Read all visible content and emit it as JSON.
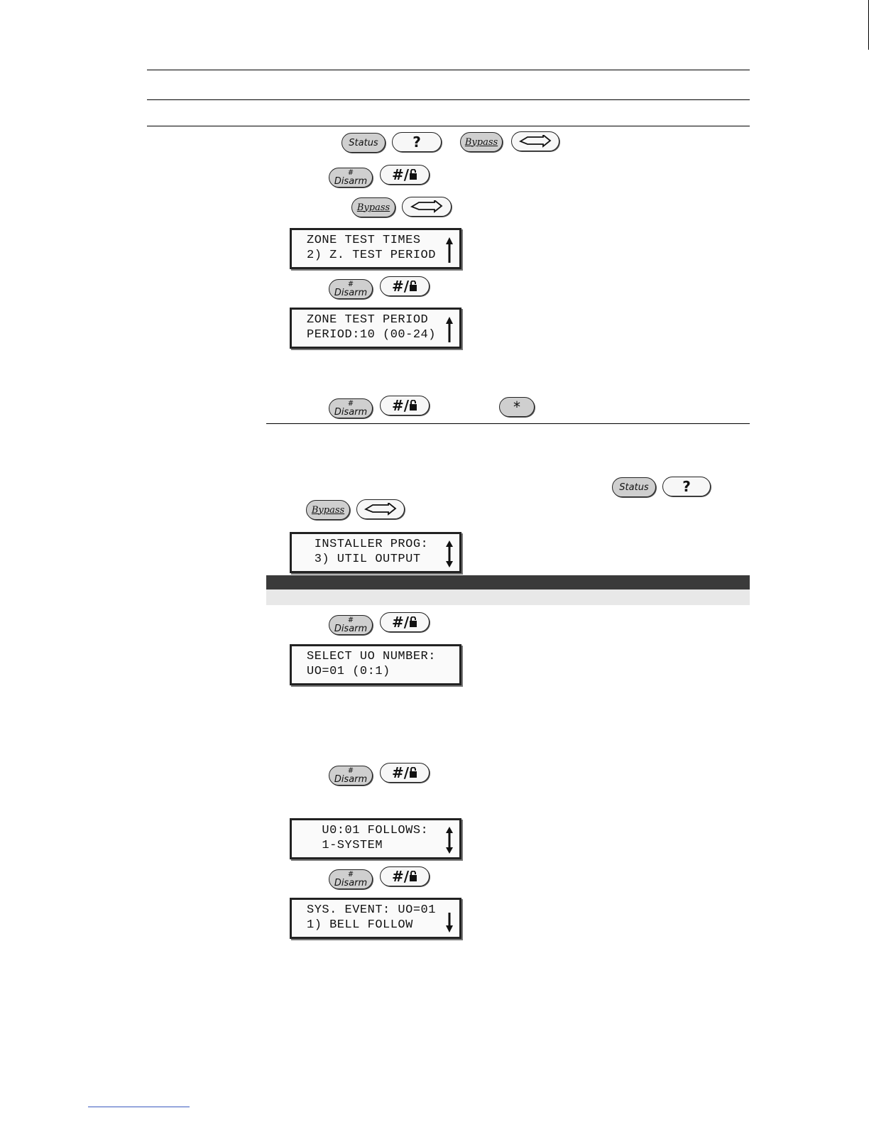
{
  "keys": {
    "status": "Status",
    "bypass": "Bypass",
    "disarm_hash": "#",
    "disarm_word": "Disarm",
    "hash_lock": "#/",
    "question": "?",
    "star": "*"
  },
  "lcd_screens": [
    {
      "line1": "ZONE TEST TIMES",
      "line2": "2) Z. TEST PERIOD",
      "arrow": "up"
    },
    {
      "line1": "ZONE TEST PERIOD",
      "line2": "PERIOD:10 (00-24)",
      "arrow": "up"
    },
    {
      "line1": " INSTALLER PROG:",
      "line2": " 3) UTIL OUTPUT",
      "arrow": "updown"
    },
    {
      "line1": "SELECT UO NUMBER:",
      "line2": "UO=01 (0:1)",
      "arrow": "none"
    },
    {
      "line1": "  U0:01 FOLLOWS:",
      "line2": "  1-SYSTEM",
      "arrow": "updown"
    },
    {
      "line1": "SYS. EVENT: UO=01",
      "line2": "1) BELL FOLLOW",
      "arrow": "down"
    }
  ]
}
